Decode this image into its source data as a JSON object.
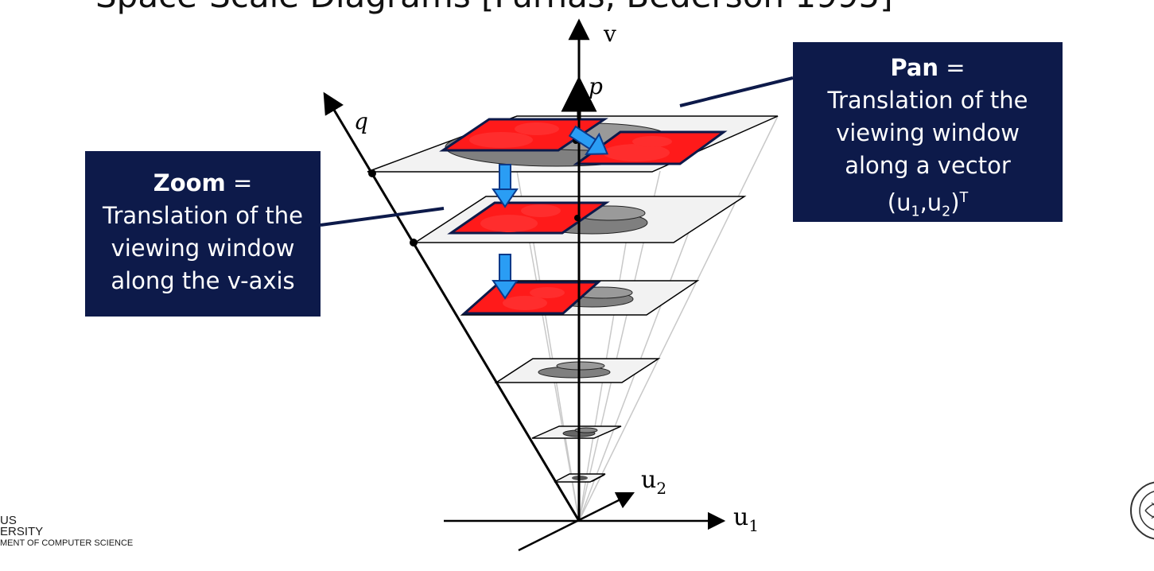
{
  "slide": {
    "title": "Space-Scale Diagrams [Furnas, Bederson 1995]"
  },
  "diagram": {
    "axes": {
      "v": "v",
      "p": "p",
      "q": "q",
      "u1": "u",
      "u1_sub": "1",
      "u2": "u",
      "u2_sub": "2"
    },
    "colors": {
      "window_red": "#ff1a1a",
      "arrow_blue": "#2a9df4",
      "callout_bg": "#0d1a4a",
      "plane_fill": "#f2f2f2",
      "blob_gray": "#808080"
    }
  },
  "zoom_callout": {
    "term": "Zoom",
    "eq": " =",
    "line1": "Translation of the",
    "line2": "viewing window",
    "line3": "along the v-axis"
  },
  "pan_callout": {
    "term": "Pan",
    "eq": " =",
    "line1": "Translation of the",
    "line2": "viewing window",
    "line3": "along a vector",
    "vec_open": "(u",
    "vec_sub1": "1",
    "vec_comma": ",u",
    "vec_sub2": "2",
    "vec_close": ")",
    "vec_sup": "T"
  },
  "footer": {
    "logo_line1": "US",
    "logo_line2": "ERSITY",
    "logo_line3": "MENT OF COMPUTER SCIENCE"
  }
}
